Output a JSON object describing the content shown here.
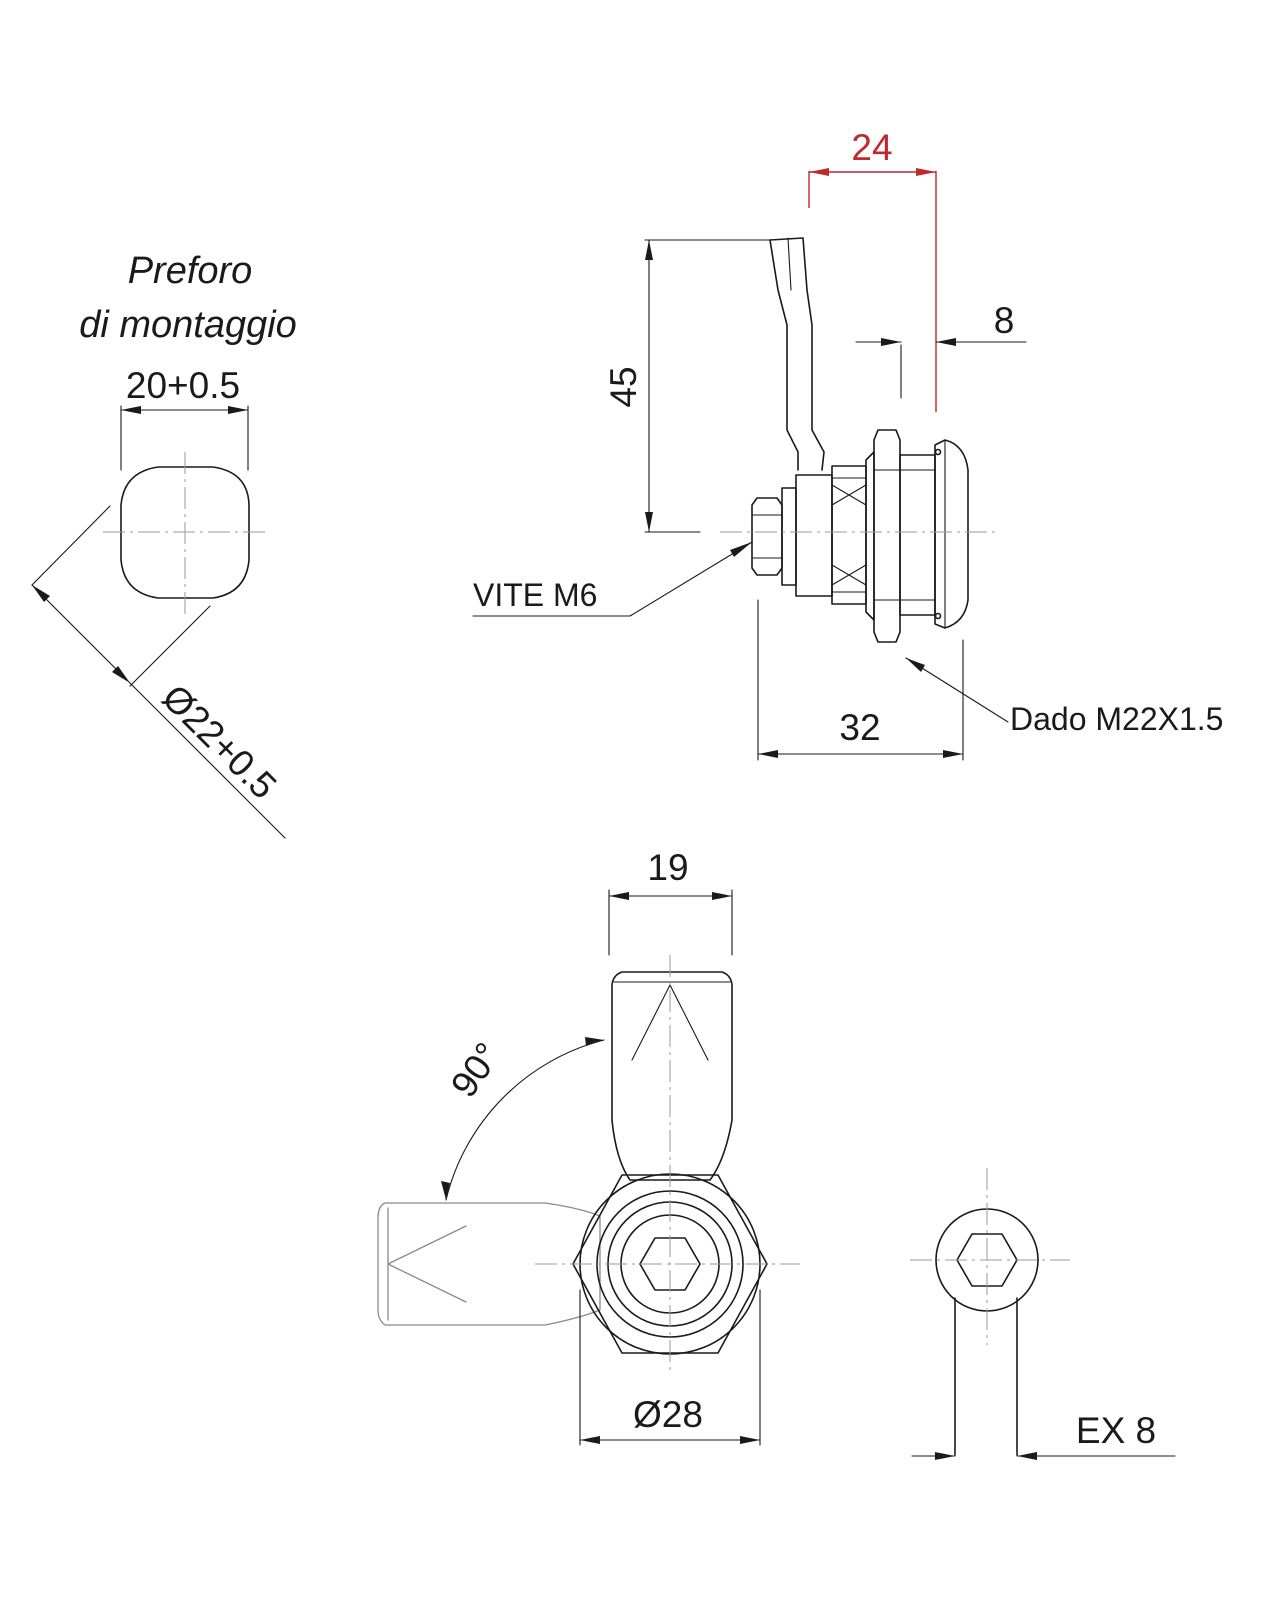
{
  "mounting_hole": {
    "title_line1": "Preforo",
    "title_line2": "di montaggio",
    "width_dim": "20+0.5",
    "diameter_dim": "Ø22+0.5"
  },
  "side_view": {
    "lever_offset_dim": "24",
    "lever_height_dim": "45",
    "lever_thickness_dim": "8",
    "body_length_dim": "32",
    "screw_label": "VITE M6",
    "nut_label": "Dado M22X1.5"
  },
  "front_view": {
    "lever_width_dim": "19",
    "rotation_dim": "90°",
    "diameter_dim": "Ø28"
  },
  "key_view": {
    "hex_dim": "EX 8"
  },
  "colors": {
    "line": "#1a1a1a",
    "highlight_dim": "#c1272d",
    "centerline": "#9a9a9a"
  }
}
